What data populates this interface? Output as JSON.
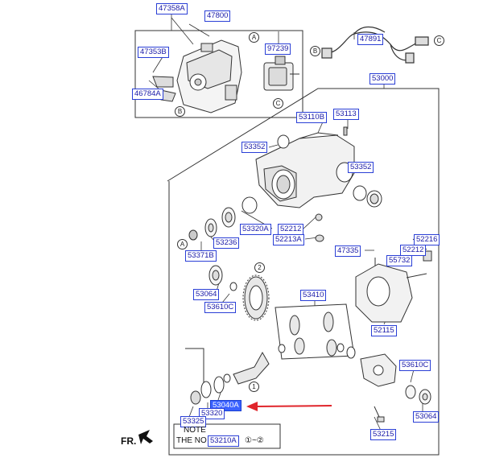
{
  "parts": {
    "p47358A": "47358A",
    "p47800": "47800",
    "p47353B": "47353B",
    "p46784A": "46784A",
    "p97239": "97239",
    "p47891": "47891",
    "p53000": "53000",
    "p53110B": "53110B",
    "p53113": "53113",
    "p53352a": "53352",
    "p53352b": "53352",
    "p53320A": "53320A",
    "p52212a": "52212",
    "p52213A": "52213A",
    "p53236": "53236",
    "p53371B": "53371B",
    "p47335": "47335",
    "p52216": "52216",
    "p52212b": "52212",
    "p55732": "55732",
    "p53064a": "53064",
    "p53610Ca": "53610C",
    "p53410": "53410",
    "p52115": "52115",
    "p53610Cb": "53610C",
    "p53064b": "53064",
    "p53040A": "53040A",
    "p53320": "53320",
    "p53325": "53325",
    "p53215": "53215",
    "p53210A": "53210A"
  },
  "refs": {
    "A": "A",
    "B": "B",
    "C": "C",
    "n1": "1",
    "n2": "2"
  },
  "note": {
    "title": "NOTE",
    "prefix": "THE NO",
    "range": "①~②"
  },
  "direction": "FR.",
  "colors": {
    "label_border": "#2a3fd6",
    "label_text": "#1a1aa8",
    "highlight": "#3a62ff",
    "arrow": "#e0252b"
  }
}
